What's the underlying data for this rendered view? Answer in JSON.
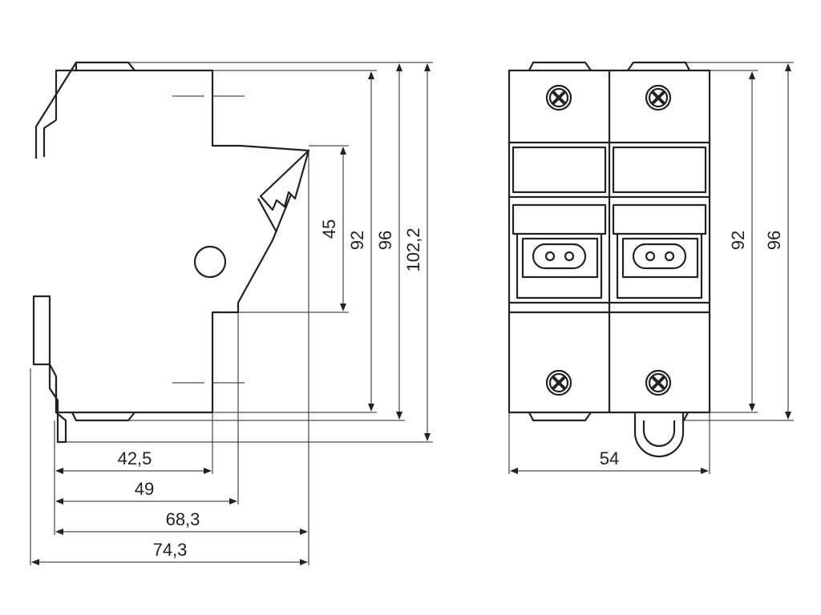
{
  "side_view": {
    "dimensions": {
      "width_42_5": "42,5",
      "width_49": "49",
      "width_68_3": "68,3",
      "width_74_3": "74,3",
      "height_45": "45",
      "height_92": "92",
      "height_96": "96",
      "height_102_2": "102,2"
    }
  },
  "front_view": {
    "dimensions": {
      "width_54": "54",
      "height_92": "92",
      "height_96": "96"
    }
  },
  "colors": {
    "line": "#222222",
    "background": "#ffffff"
  }
}
